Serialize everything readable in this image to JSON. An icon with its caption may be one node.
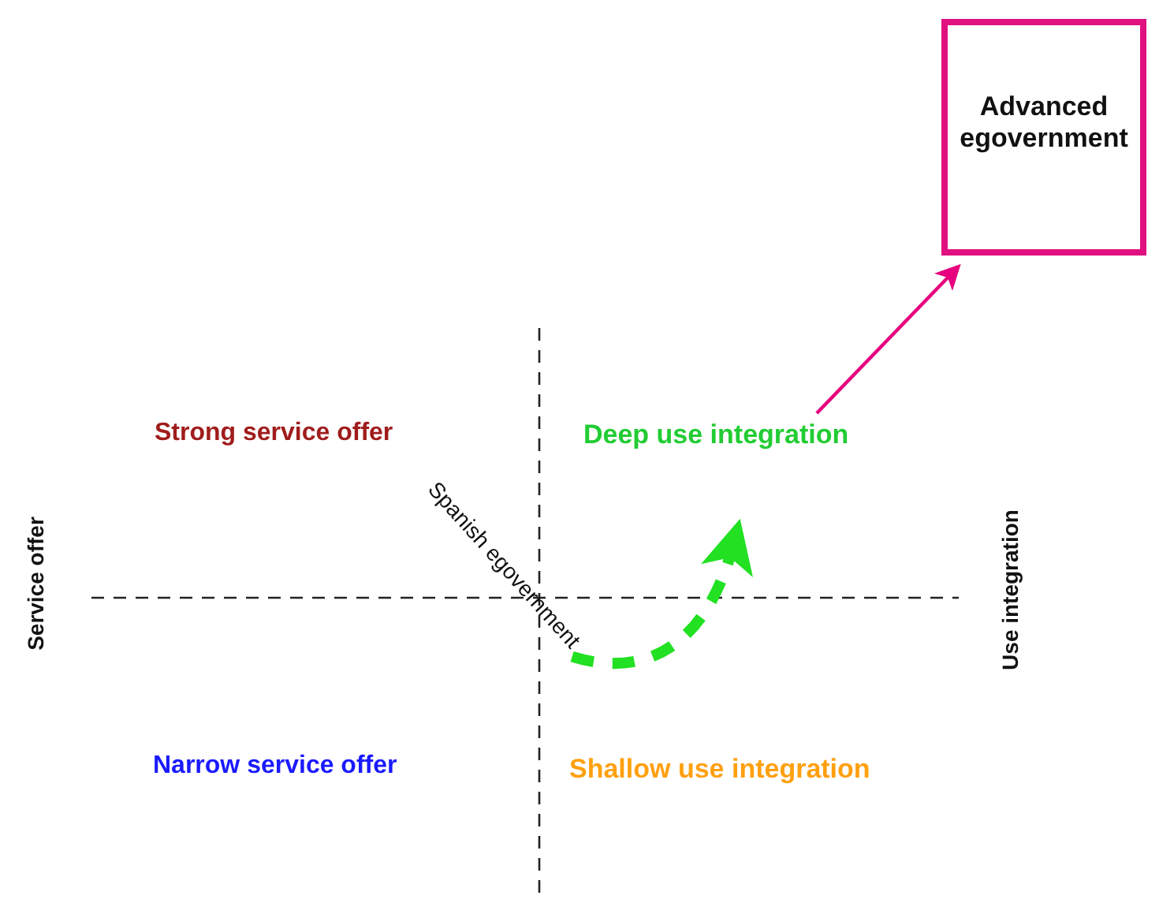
{
  "diagram": {
    "nodes": [
      {
        "text": [
          "Advanced egovernment"
        ]
      },
      {
        "text": [
          "Deep use integration"
        ]
      },
      {
        "text": [
          "Spanish egovernment"
        ]
      }
    ],
    "edges": [
      {
        "from": 1,
        "to": 0,
        "arrow": "to",
        "color": "#e6007e"
      },
      {
        "from": 2,
        "to": null,
        "arrow": "to",
        "style": "dashed",
        "color": "#22e022"
      }
    ],
    "labels": [
      "Strong service offer",
      "Service offer",
      "Use integration",
      "Narrow service offer",
      "Shallow use integration"
    ]
  }
}
